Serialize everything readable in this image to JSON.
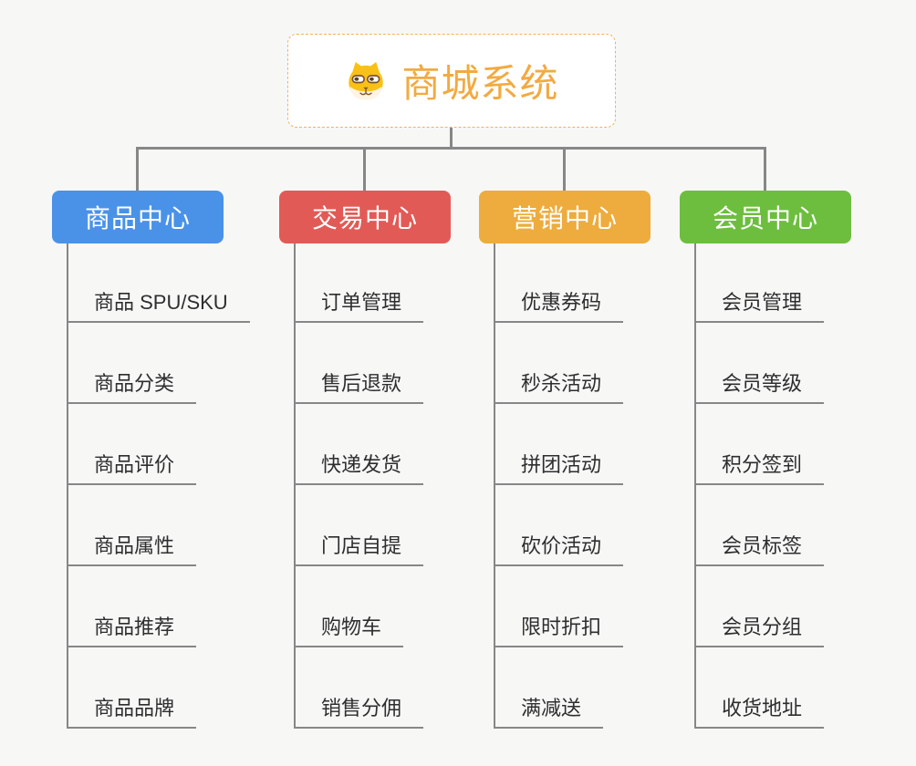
{
  "root": {
    "title": "商城系统",
    "icon": "shiba-dog-icon"
  },
  "branches": [
    {
      "id": "product-center",
      "label": "商品中心",
      "color": "#4A92E8",
      "children": [
        "商品 SPU/SKU",
        "商品分类",
        "商品评价",
        "商品属性",
        "商品推荐",
        "商品品牌"
      ]
    },
    {
      "id": "trade-center",
      "label": "交易中心",
      "color": "#E25A56",
      "children": [
        "订单管理",
        "售后退款",
        "快递发货",
        "门店自提",
        "购物车",
        "销售分佣"
      ]
    },
    {
      "id": "marketing-center",
      "label": "营销中心",
      "color": "#EDAC3D",
      "children": [
        "优惠券码",
        "秒杀活动",
        "拼团活动",
        "砍价活动",
        "限时折扣",
        "满减送"
      ]
    },
    {
      "id": "member-center",
      "label": "会员中心",
      "color": "#6DBE3F",
      "children": [
        "会员管理",
        "会员等级",
        "积分签到",
        "会员标签",
        "会员分组",
        "收货地址"
      ]
    }
  ],
  "palette": {
    "background": "#F7F7F6",
    "connector": "#878787",
    "root_accent": "#F2AA41",
    "root_border": "#F0B35C",
    "leaf_text": "#2E2E2E"
  }
}
